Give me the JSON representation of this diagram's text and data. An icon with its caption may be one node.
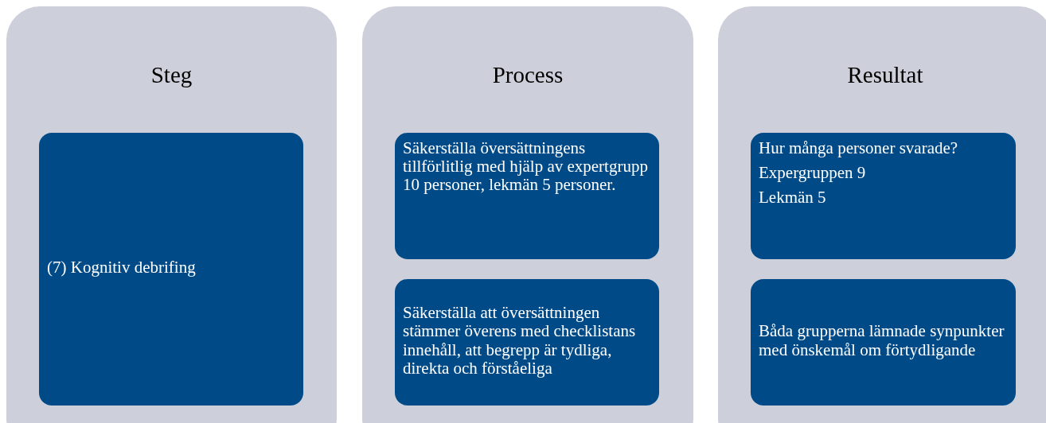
{
  "diagram": {
    "nodes": [
      {
        "text": [
          "Steg"
        ]
      },
      {
        "text": [
          "(7) Kognitiv debrifing"
        ],
        "in": 0
      },
      {
        "text": [
          "Process"
        ]
      },
      {
        "text": [
          "Säkerställa översättningens tillförlitlig med hjälp av expertgrupp 10 personer, lekmän 5 personer."
        ],
        "in": 2
      },
      {
        "text": [
          "Säkerställa att översättningen stämmer överens med checklistans innehåll, att begrepp är tydliga, direkta och förståeliga"
        ],
        "in": 2
      },
      {
        "text": [
          "Resultat"
        ]
      },
      {
        "text": [
          "Hur många personer svarade?",
          "Expergruppen 9",
          "Lekmän 5"
        ],
        "in": 5
      },
      {
        "text": [
          "Båda grupperna lämnade synpunkter med önskemål om förtydligande"
        ],
        "in": 5
      }
    ]
  }
}
